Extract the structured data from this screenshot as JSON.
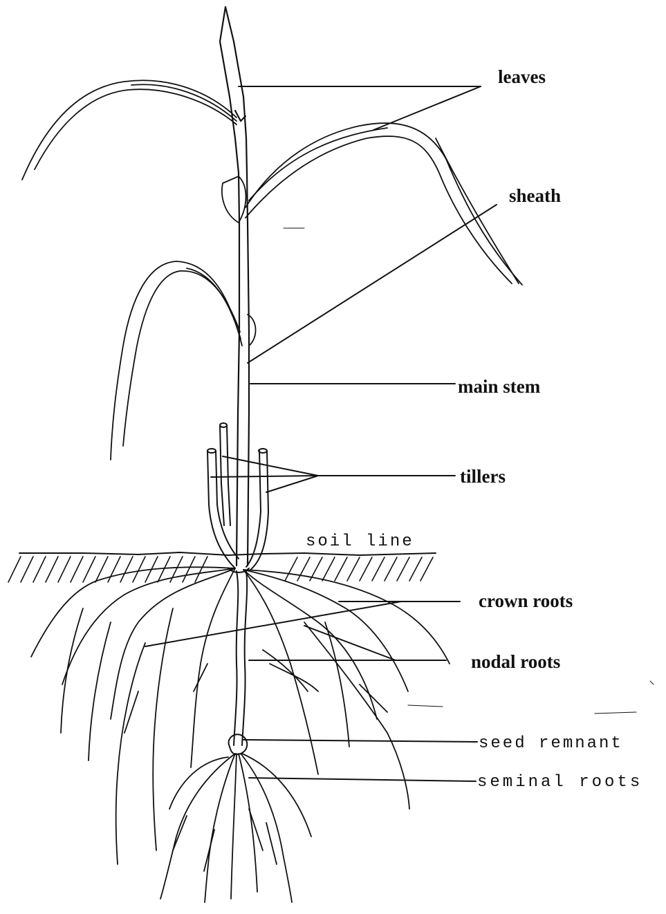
{
  "labels": {
    "leaves": "leaves",
    "sheath": "sheath",
    "main_stem": "main stem",
    "tillers": "tillers",
    "soil_line": "soil line",
    "crown_roots": "crown roots",
    "nodal_roots": "nodal roots",
    "seed_remnant": "seed remnant",
    "seminal_roots": "seminal roots"
  },
  "colors": {
    "ink": "#111111",
    "background": "#ffffff"
  }
}
